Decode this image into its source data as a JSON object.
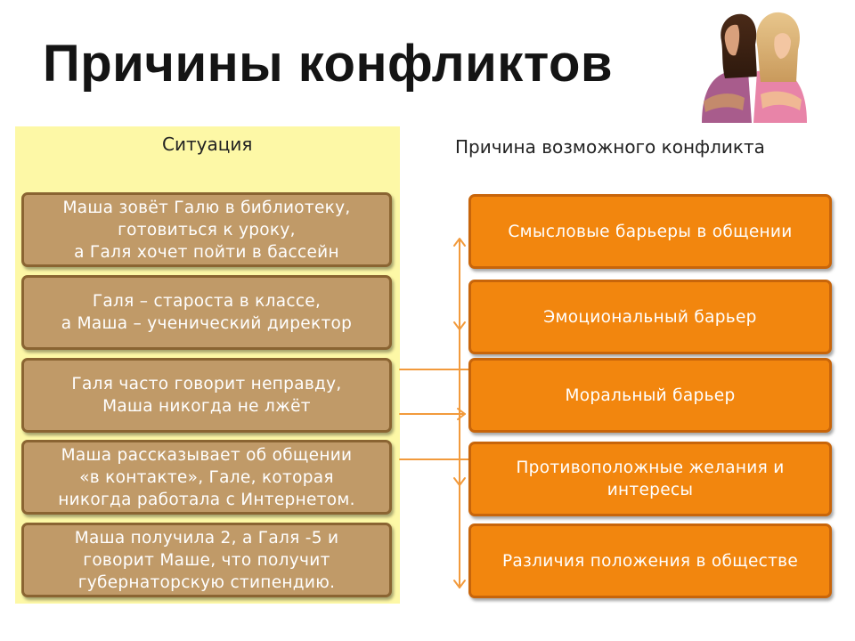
{
  "title": "Причины конфликтов",
  "columns": {
    "left_header": "Ситуация",
    "right_header": "Причина возможного конфликта"
  },
  "situations": [
    "Маша зовёт Галю в библиотеку,\nготовиться к уроку,\nа Галя хочет пойти в бассейн",
    "Галя – староста в классе,\nа Маша – ученический директор",
    "Галя часто говорит неправду,\nМаша никогда не лжёт",
    "Маша рассказывает об общении\n«в контакте», Гале, которая\nникогда  работала с Интернетом.",
    "Маша получила 2, а Галя -5 и\nговорит Маше, что получит\nгубернаторскую стипендию."
  ],
  "causes": [
    "Смысловые барьеры в общении",
    "Эмоциональный барьер",
    "Моральный барьер",
    "Противоположные желания и\nинтересы",
    "Различия положения в обществе"
  ],
  "colors": {
    "situation_fill": "#c09a68",
    "cause_fill": "#f2860e",
    "panel": "#fdf8a6",
    "connector": "#f29a3c"
  }
}
